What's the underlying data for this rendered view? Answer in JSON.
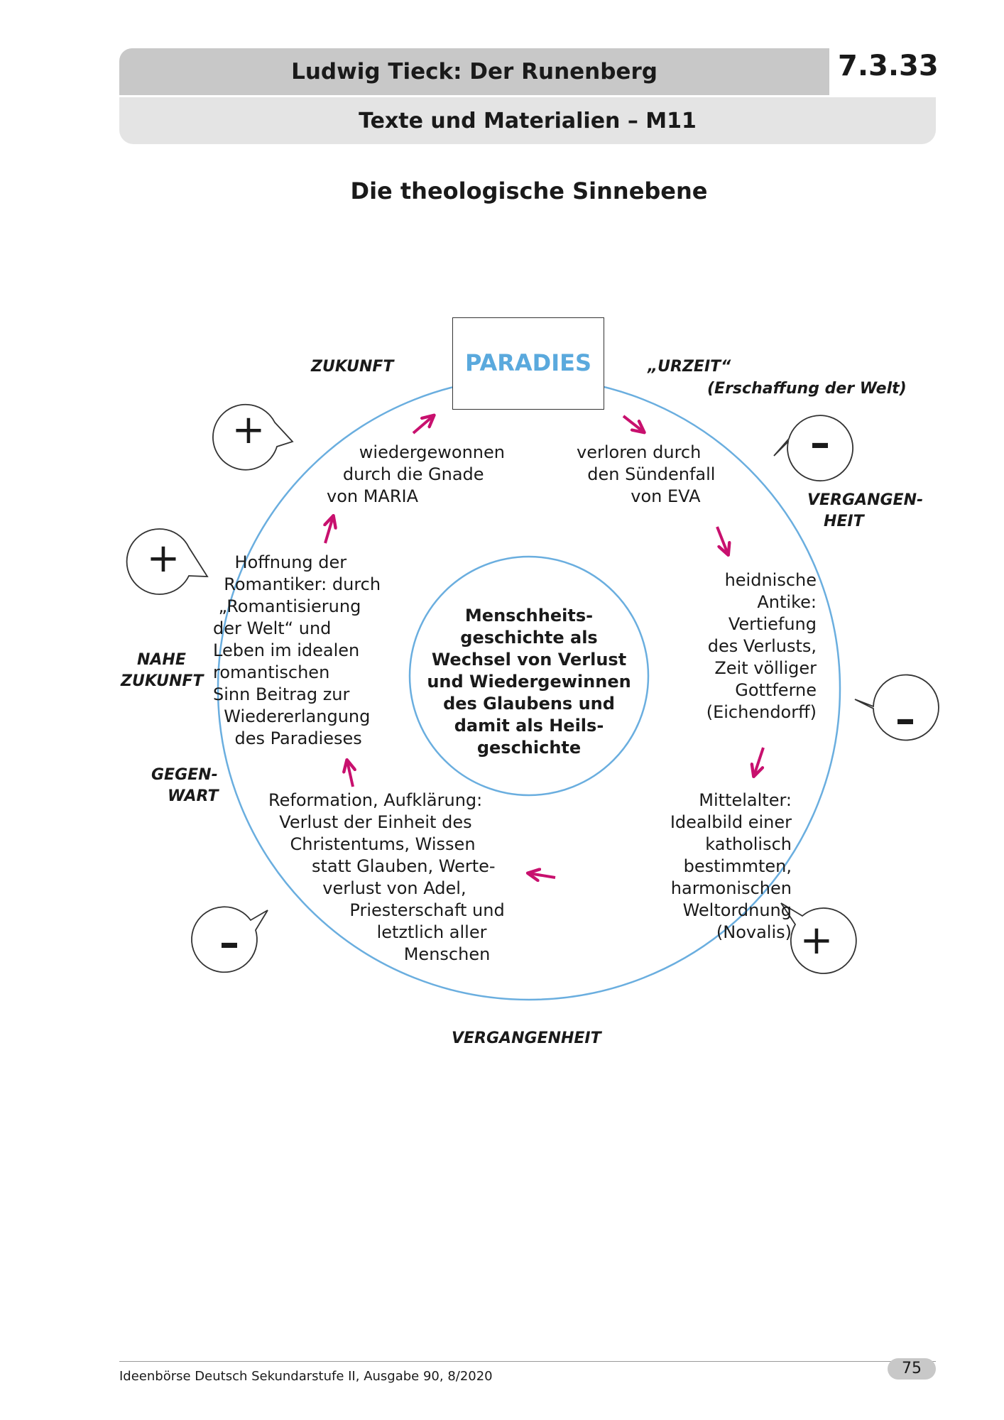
{
  "header": {
    "title": "Ludwig Tieck: Der Runenberg",
    "number": "7.3.33",
    "subtitle": "Texte und Materialien – M11"
  },
  "page_title": "Die theologische Sinnebene",
  "paradies": "PARADIES",
  "center_text": "Menschheits-\ngeschichte als\nWechsel von Verlust\nund Wiedergewinnen\ndes Glaubens und\ndamit als Heils-\ngeschichte",
  "segments": {
    "verloren": "verloren durch\n  den Sündenfall\n          von EVA",
    "heidnisch": "heidnische\nAntike:\nVertiefung\ndes Verlusts,\nZeit völliger\nGottferne\n(Eichendorff)",
    "mittelalter": "Mittelalter:\nIdealbild einer\nkatholisch\nbestimmten,\nharmonischen\nWeltordnung\n(Novalis)",
    "reformation": "Reformation, Aufklärung:\n  Verlust der Einheit des\n    Christentums, Wissen\n        statt Glauben, Werte-\n          verlust von Adel,\n               Priesterschaft und\n                    letztlich aller\n                         Menschen",
    "hoffnung": "    Hoffnung der\n  Romantiker: durch\n „Romantisierung\nder Welt“ und\nLeben im idealen\nromantischen\nSinn Beitrag zur\n  Wiedererlangung\n    des Paradieses",
    "wiedergewonnen": "      wiedergewonnen\n   durch die Gnade\nvon MARIA"
  },
  "time_labels": {
    "zukunft": "ZUKUNFT",
    "urzeit": "„URZEIT“",
    "erschaffung": "(Erschaffung der Welt)",
    "vergangenheit_right": "VERGANGEN-\n   HEIT",
    "nahe_zukunft": "   NAHE\nZUKUNFT",
    "gegenwart": "GEGEN-\n   WART",
    "vergangenheit_bottom": "VERGANGENHEIT"
  },
  "signs": {
    "plus": "+",
    "minus": "–"
  },
  "colors": {
    "circle": "#6aaedf",
    "arrow": "#c8106e",
    "paradies_text": "#5aa9dd",
    "header_dark": "#c8c8c8",
    "header_light": "#e4e4e4"
  },
  "footer": {
    "text": "Ideenbörse Deutsch Sekundarstufe II, Ausgabe 90, 8/2020",
    "page": "75"
  }
}
